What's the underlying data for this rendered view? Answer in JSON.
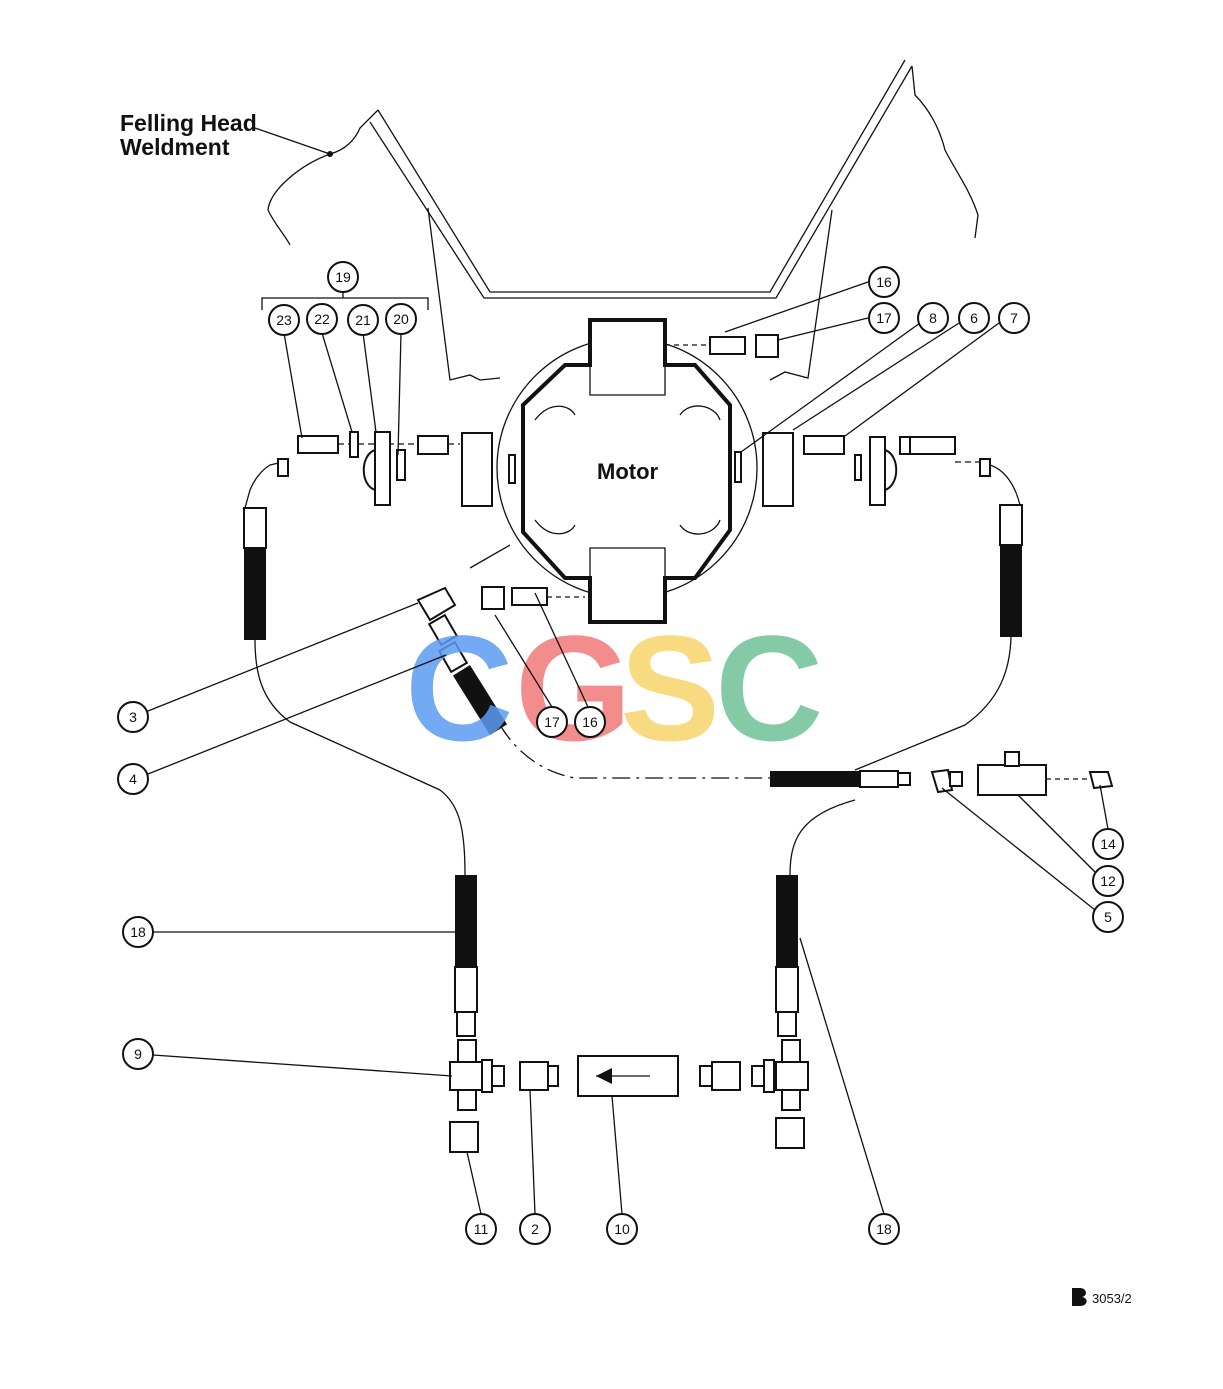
{
  "title": {
    "line1": "Felling Head",
    "line2": "Weldment"
  },
  "motor_label": "Motor",
  "reference": "3053/2",
  "watermark": {
    "letters": [
      "C",
      "G",
      "S",
      "C"
    ],
    "colors": [
      "#5b9cf2",
      "#f0787a",
      "#f7d46a",
      "#6fc198"
    ]
  },
  "callouts": {
    "c1": "19",
    "c2": "23",
    "c3": "22",
    "c4": "21",
    "c5": "20",
    "c6": "16",
    "c7": "17",
    "c8": "8",
    "c9": "6",
    "c10": "7",
    "c11": "3",
    "c12": "4",
    "c13": "17",
    "c14": "16",
    "c15": "14",
    "c16": "12",
    "c17": "5",
    "c18": "18",
    "c19": "9",
    "c20": "11",
    "c21": "2",
    "c22": "10",
    "c23": "18"
  }
}
